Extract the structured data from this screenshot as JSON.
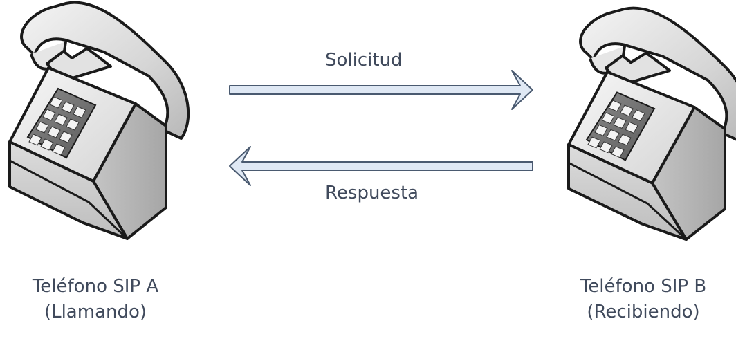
{
  "diagram": {
    "request_label": "Solicitud",
    "response_label": "Respuesta",
    "phone_a": {
      "line1": "Teléfono SIP A",
      "line2": "(Llamando)"
    },
    "phone_b": {
      "line1": "Teléfono SIP B",
      "line2": "(Recibiendo)"
    }
  },
  "colors": {
    "text": "#404a5c",
    "arrow_fill": "#dfe8f4",
    "arrow_stroke": "#4a5a70",
    "phone_light": "#f0f0f0",
    "phone_mid": "#cfcfcf",
    "phone_dark": "#9a9a9a"
  }
}
